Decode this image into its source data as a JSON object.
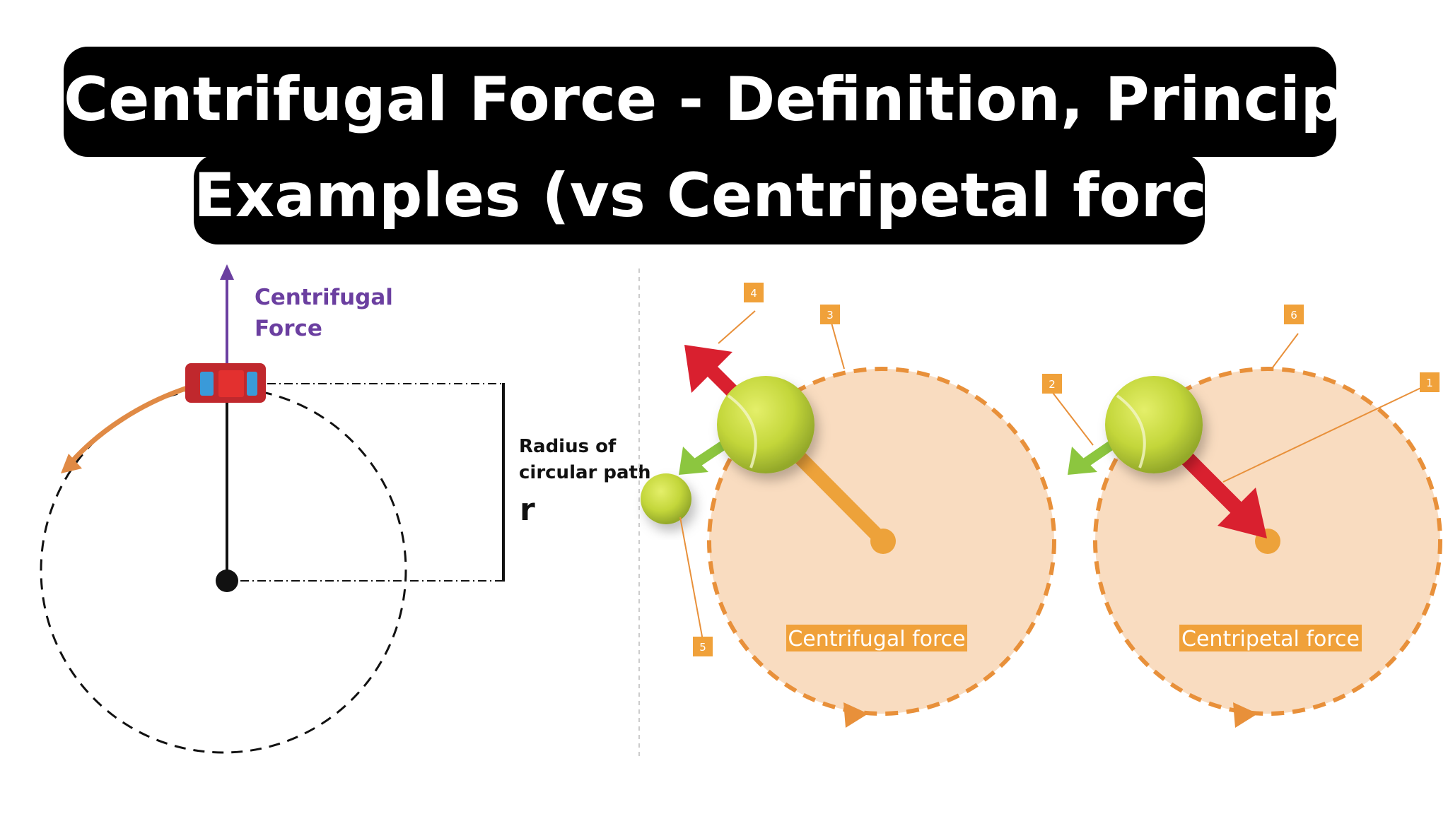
{
  "title": {
    "line1": "Centrifugal Force - Definition, Principle,",
    "line2": "Examples (vs Centripetal force)"
  },
  "left_diagram": {
    "force_label_line1": "Centrifugal",
    "force_label_line2": "Force",
    "radius_label_line1": "Radius of",
    "radius_label_line2": "circular path",
    "radius_symbol": "r"
  },
  "right_diagram": {
    "centrifugal_label": "Centrifugal force",
    "centripetal_label": "Centripetal force",
    "callouts": [
      "1",
      "2",
      "3",
      "4",
      "5",
      "6"
    ]
  },
  "colors": {
    "title_bg": "#000000",
    "purple": "#6b3fa0",
    "orange": "#e8903a",
    "peach": "#f9dcc0",
    "red_arrow": "#d9202f",
    "green_arrow": "#8cc63f",
    "ball": "#c8dc3c",
    "car_body": "#c0282d",
    "car_window": "#3a9ad9"
  }
}
